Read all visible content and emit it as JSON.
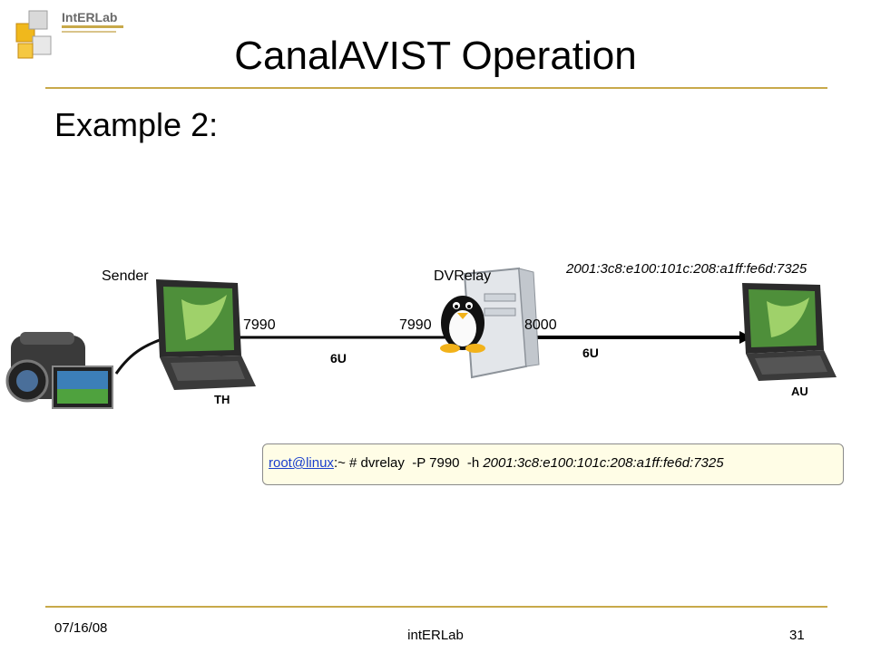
{
  "slide": {
    "title": "CanalAVIST Operation",
    "subtitle": "Example 2:"
  },
  "logo": {
    "name": "IntERLab"
  },
  "diagram": {
    "sender_label": "Sender",
    "relay_label": "DVRelay",
    "receiver_address": "2001:3c8:e100:101c:208:a1ff:fe6d:7325",
    "sender_port": "7990",
    "relay_in_port": "7990",
    "relay_out_port": "8000",
    "link1_label": "6U",
    "link2_label": "6U",
    "sender_host": "TH",
    "receiver_host": "AU"
  },
  "command": {
    "link_text": "root@linux",
    "prompt_rest": ":~ # dvrelay  -P 7990  -h ",
    "address": "2001:3c8:e100:101c:208:a1ff:fe6d:7325"
  },
  "footer": {
    "date": "07/16/08",
    "center": "intERLab",
    "page": "31"
  },
  "colors": {
    "accent_rule": "#c8a94a",
    "link": "#1a3fcc",
    "command_box_bg": "#fffde6"
  }
}
